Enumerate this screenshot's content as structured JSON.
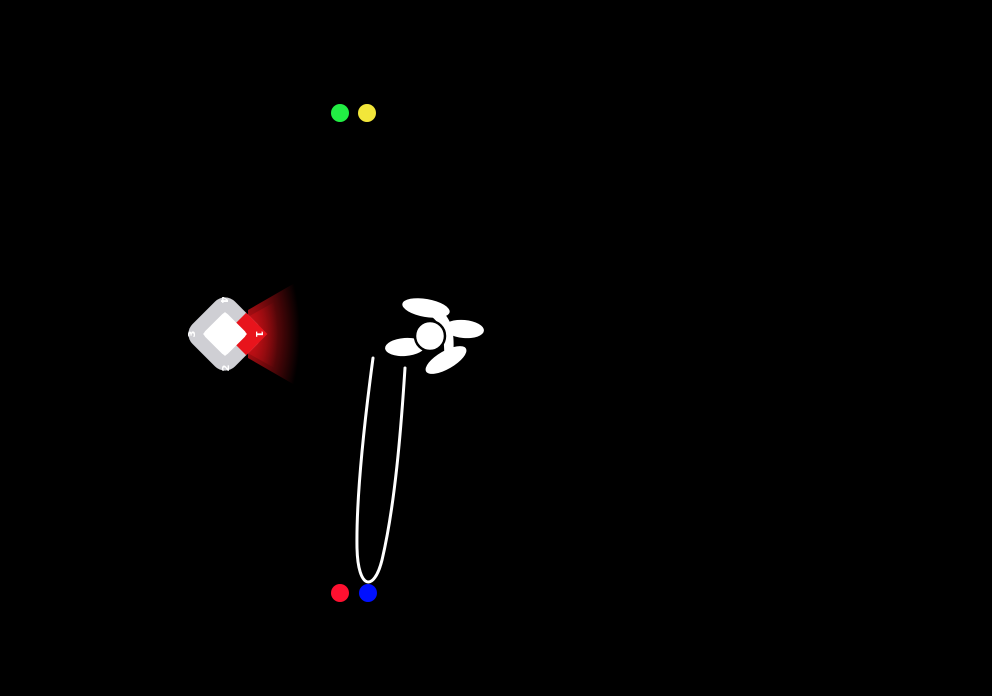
{
  "scene": {
    "background_color": "#000000"
  },
  "targets": {
    "top": [
      {
        "name": "green-target-dot",
        "color": "#22ee44"
      },
      {
        "name": "yellow-target-dot",
        "color": "#f2e63a"
      }
    ],
    "bottom": [
      {
        "name": "red-target-dot",
        "color": "#ff1030"
      },
      {
        "name": "blue-target-dot",
        "color": "#0010ff"
      }
    ]
  },
  "player": {
    "icon": "diamond-quadrant-icon",
    "body_color": "#cfcfd4",
    "inner_color": "#ffffff",
    "active_color": "#e8141c",
    "glow_color": "#d11016",
    "active_quadrant": "1",
    "quadrants": [
      {
        "label": "1",
        "color": "#ffffff"
      },
      {
        "label": "2",
        "color": "#ffffff"
      },
      {
        "label": "3",
        "color": "#ffffff"
      },
      {
        "label": "4",
        "color": "#ffffff"
      }
    ]
  },
  "spinner": {
    "icon": "propeller-fan-icon",
    "color": "#ffffff",
    "trail_color": "#ffffff"
  }
}
